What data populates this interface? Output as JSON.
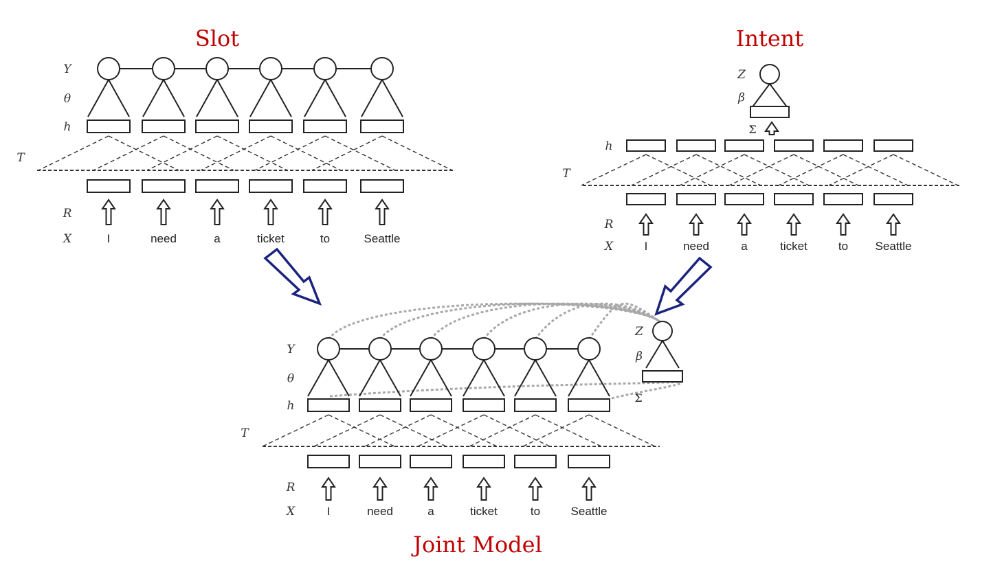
{
  "titles": {
    "slot": "Slot",
    "intent": "Intent",
    "joint": "Joint Model"
  },
  "layer_labels": {
    "Y": "Y",
    "theta": "θ",
    "h": "h",
    "T": "T",
    "R": "R",
    "X": "X",
    "Z": "Z",
    "beta": "β",
    "sigma": "Σ"
  },
  "words": [
    "I",
    "need",
    "a",
    "ticket",
    "to",
    "Seattle"
  ],
  "colors": {
    "title": "#c00000",
    "arrow": "#1a237e",
    "ink": "#222222",
    "dotted": "#a8a8a8"
  }
}
